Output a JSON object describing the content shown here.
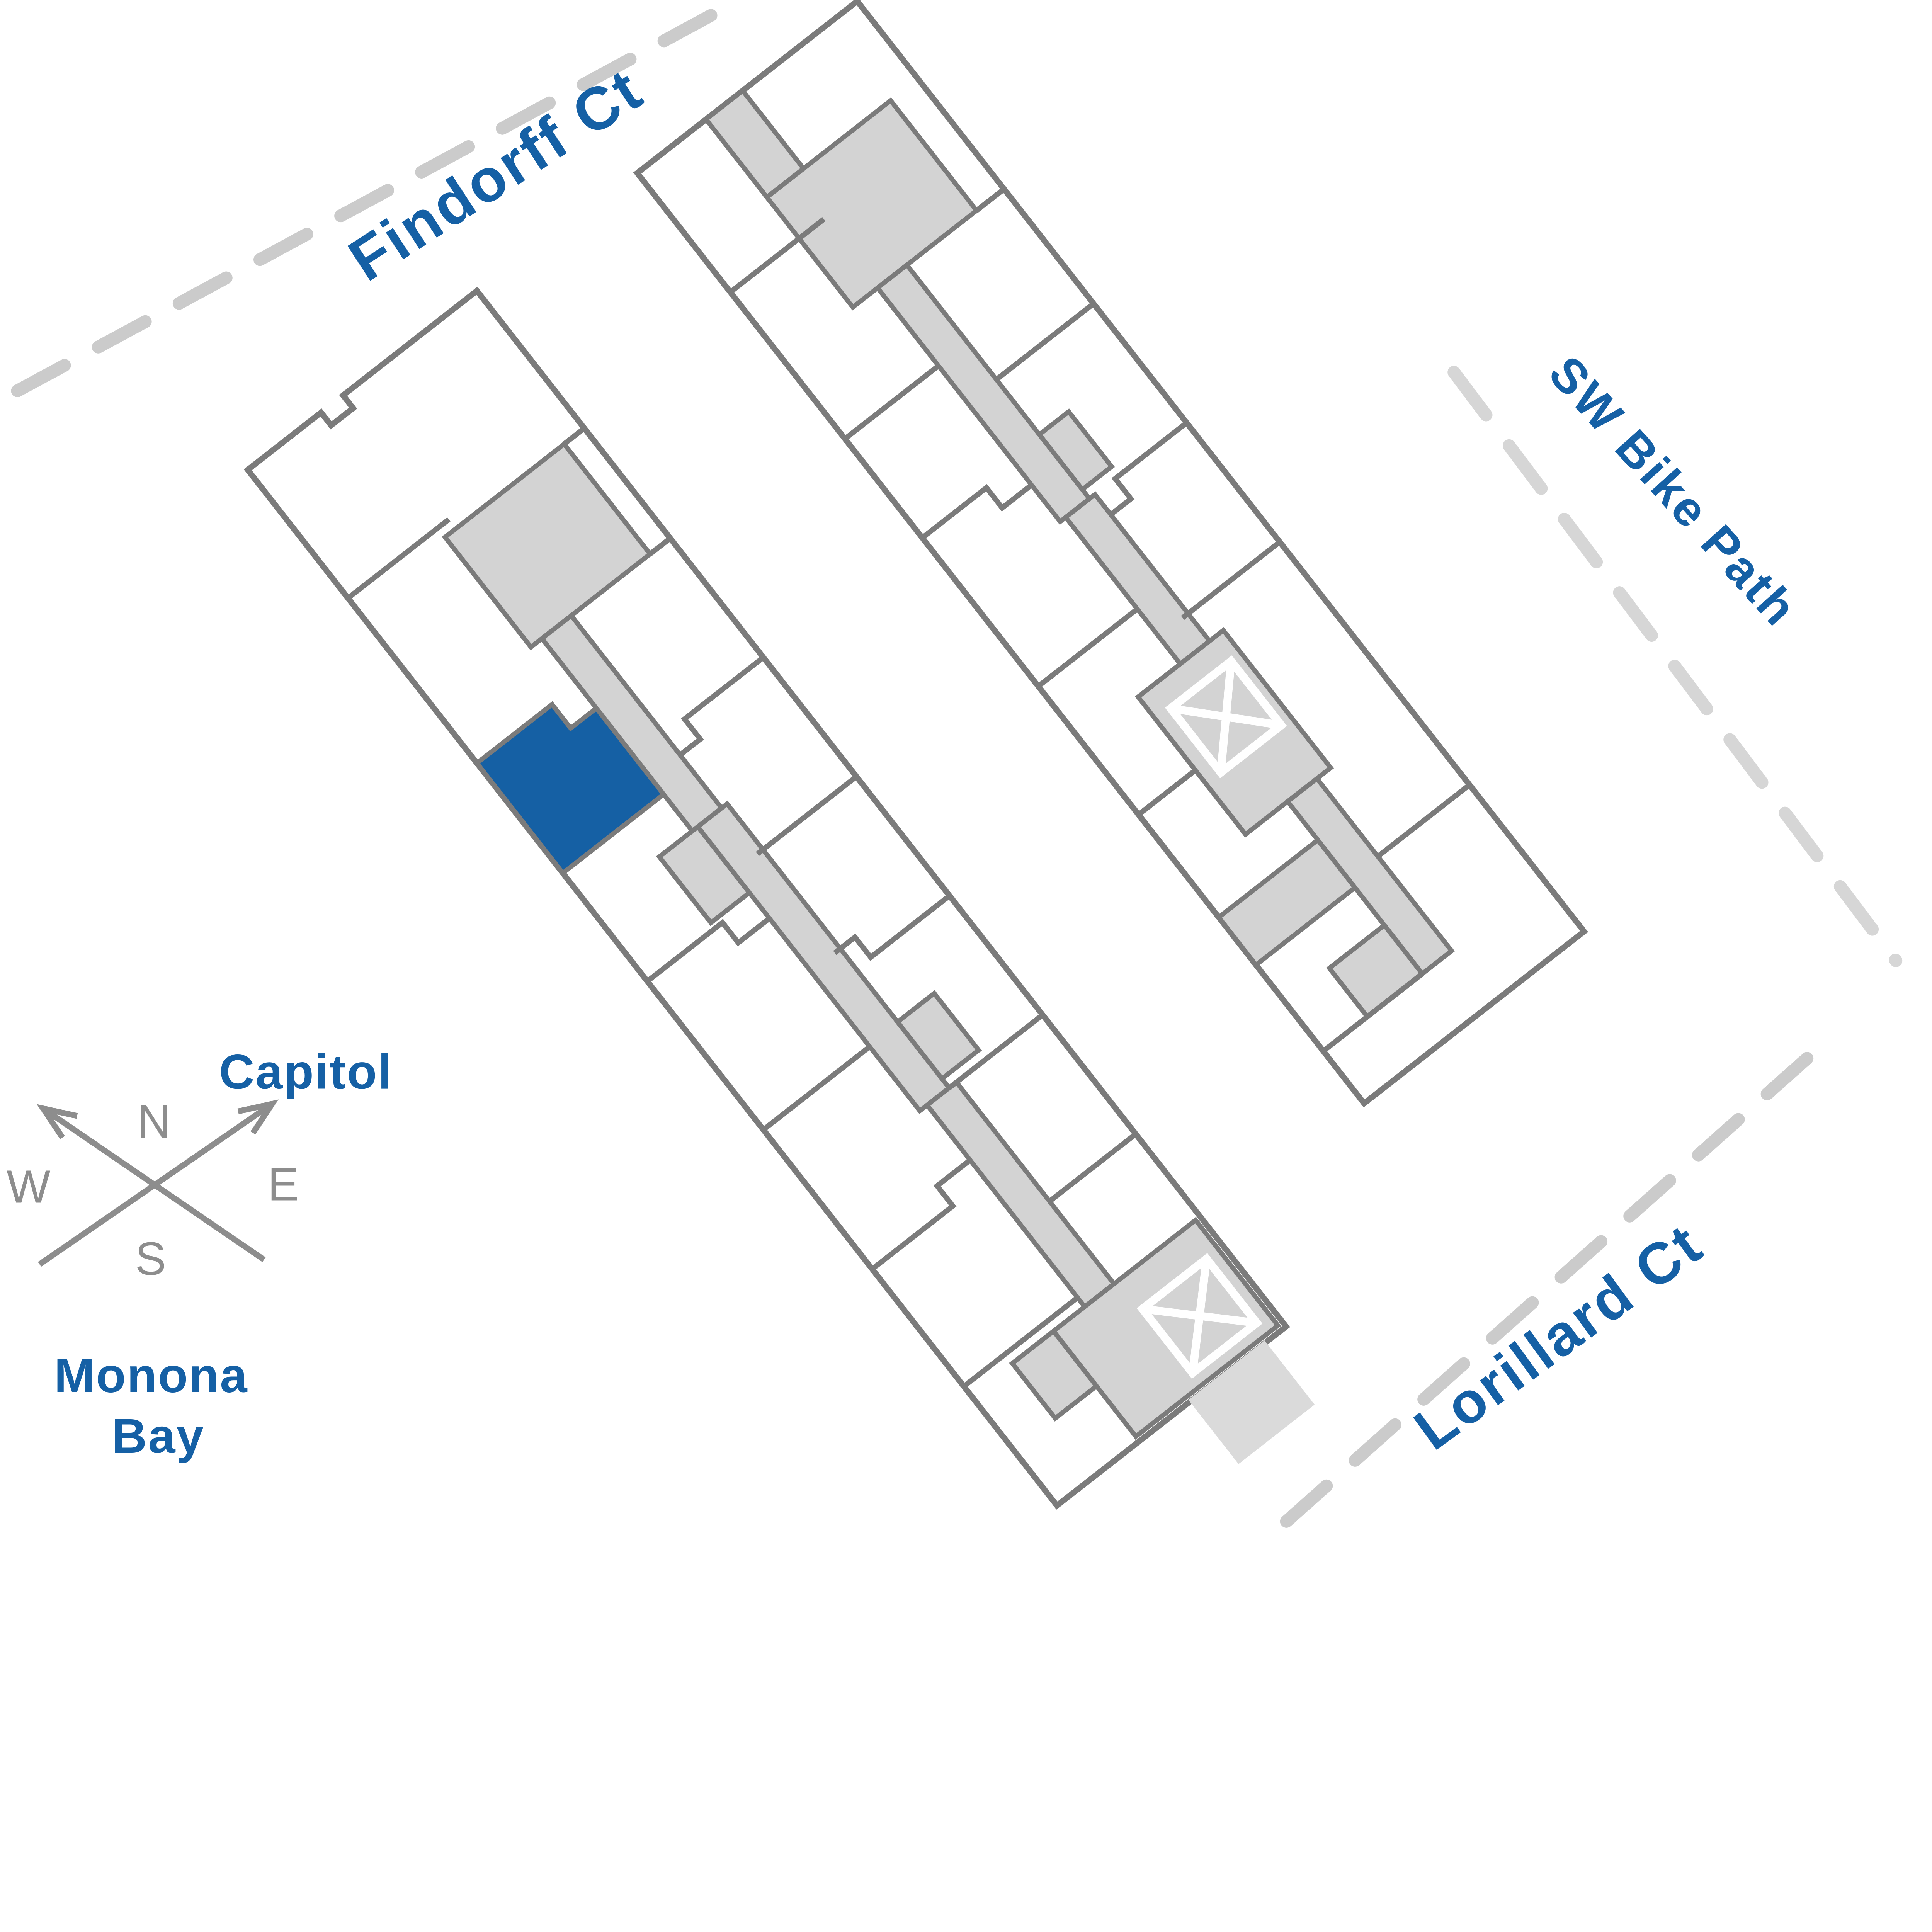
{
  "page": {
    "type": "apartment-site-plan-map",
    "background": "#ffffff"
  },
  "colors": {
    "wall_stroke": "#7b7b7b",
    "corridor_fill": "#d3d3d3",
    "walkway_fill": "#dadada",
    "street_dash": "#cbcbcb",
    "street_dash_light": "#d6d6d6",
    "label_blue": "#1560A5",
    "unit_blue": "#1560A4",
    "compass_gray": "#8d8d8d",
    "stairwell_x": "#ffffff"
  },
  "streets": [
    {
      "id": "findorff-ct",
      "label": "Findorff Ct"
    },
    {
      "id": "sw-bike-path",
      "label": "SW Bike Path"
    },
    {
      "id": "lorillard-ct",
      "label": "Lorillard Ct"
    }
  ],
  "landmarks": {
    "capitol": "Capitol",
    "monona_line1": "Monona",
    "monona_line2": "Bay"
  },
  "compass": {
    "north": "N",
    "south": "S",
    "east": "E",
    "west": "W"
  },
  "map": {
    "buildings": [
      "west-building",
      "east-building"
    ],
    "highlighted_unit": {
      "building": "west-building",
      "fill": "#1560A4",
      "location": "southwest side, about one third from the northwest end"
    },
    "stairwell_marker": "X",
    "stairwell_count": 2
  }
}
